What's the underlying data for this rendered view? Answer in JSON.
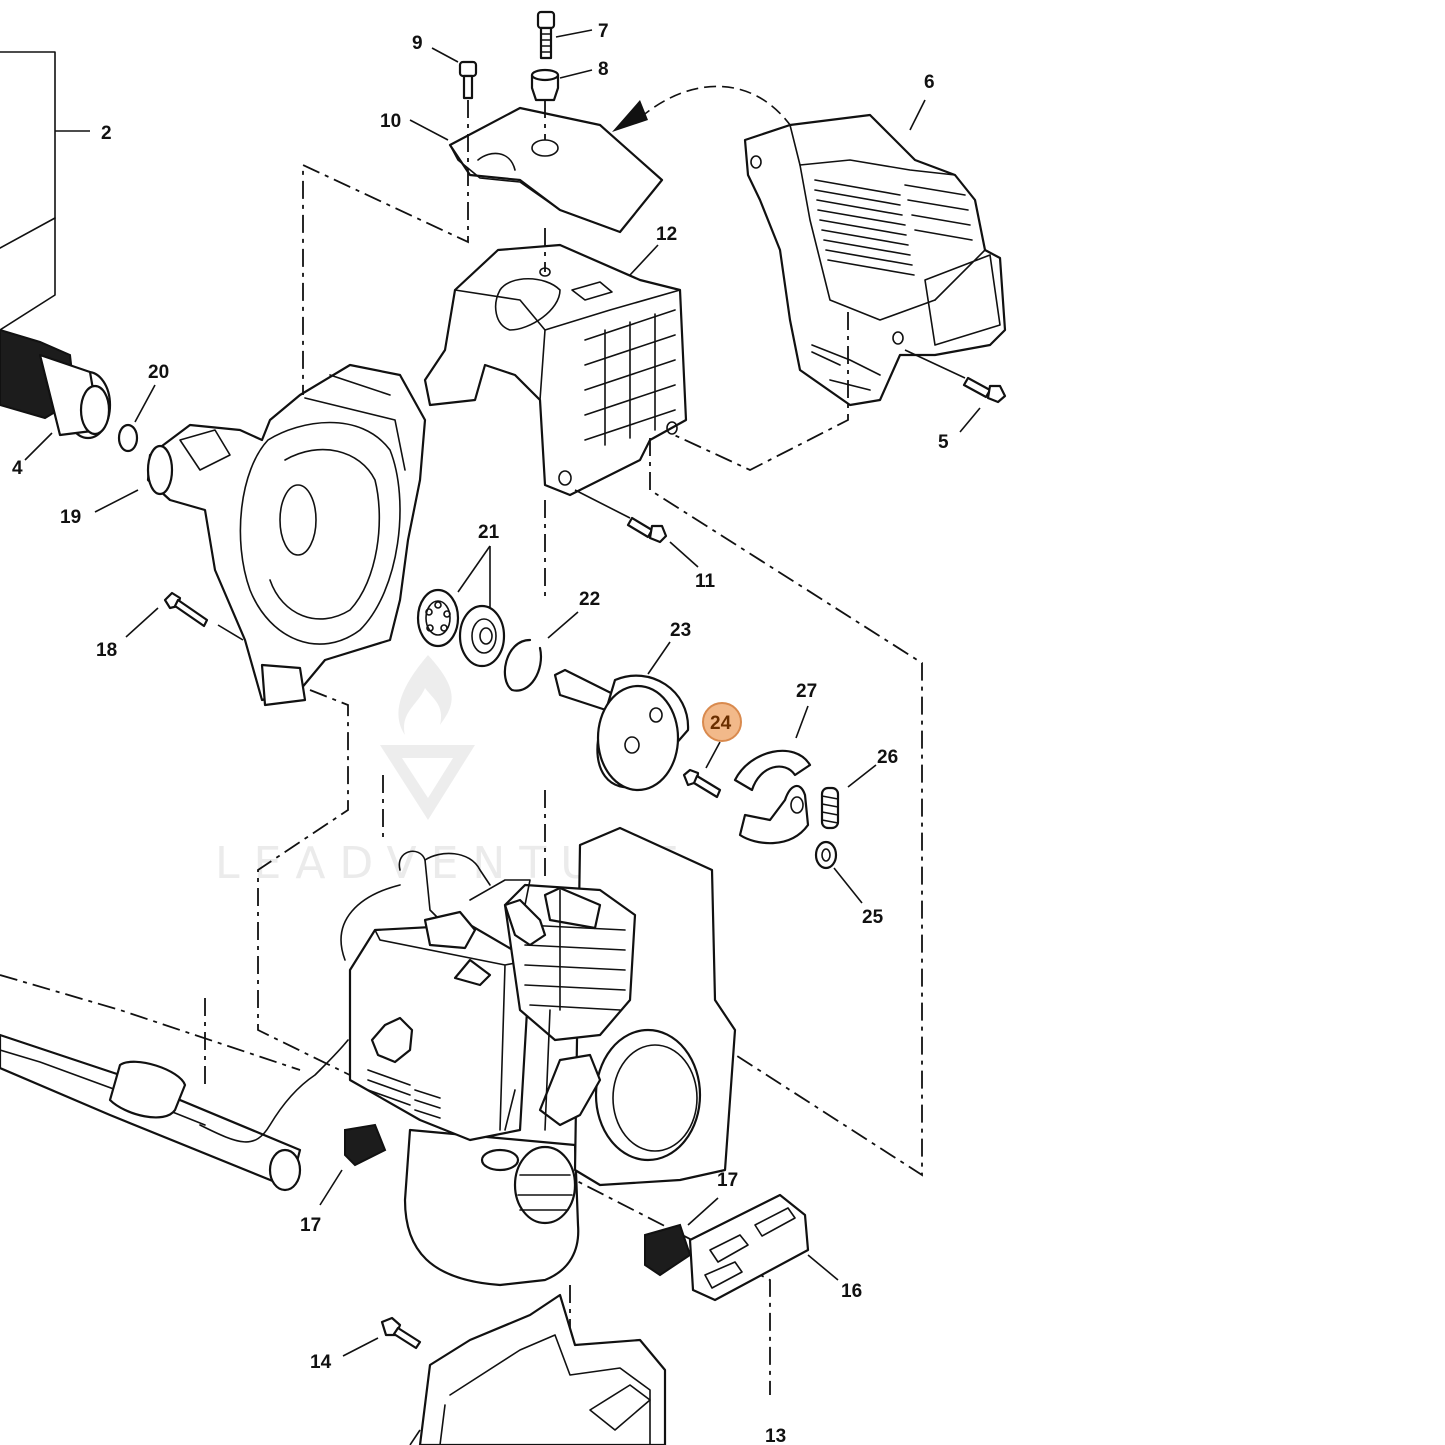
{
  "callouts": {
    "c2": "2",
    "c4": "4",
    "c5": "5",
    "c6": "6",
    "c7": "7",
    "c8": "8",
    "c9": "9",
    "c10": "10",
    "c11": "11",
    "c12": "12",
    "c13": "13",
    "c14": "14",
    "c16": "16",
    "c17a": "17",
    "c17b": "17",
    "c18": "18",
    "c19": "19",
    "c20": "20",
    "c21": "21",
    "c22": "22",
    "c23": "23",
    "c24": "24",
    "c25": "25",
    "c26": "26",
    "c27": "27"
  },
  "highlighted_callout": "24",
  "watermark": {
    "text": "LEADVENTURE"
  },
  "colors": {
    "highlight_fill": "#f2b98a",
    "highlight_stroke": "#d98a4e",
    "line": "#111111",
    "watermark": "#e9e9e9"
  }
}
